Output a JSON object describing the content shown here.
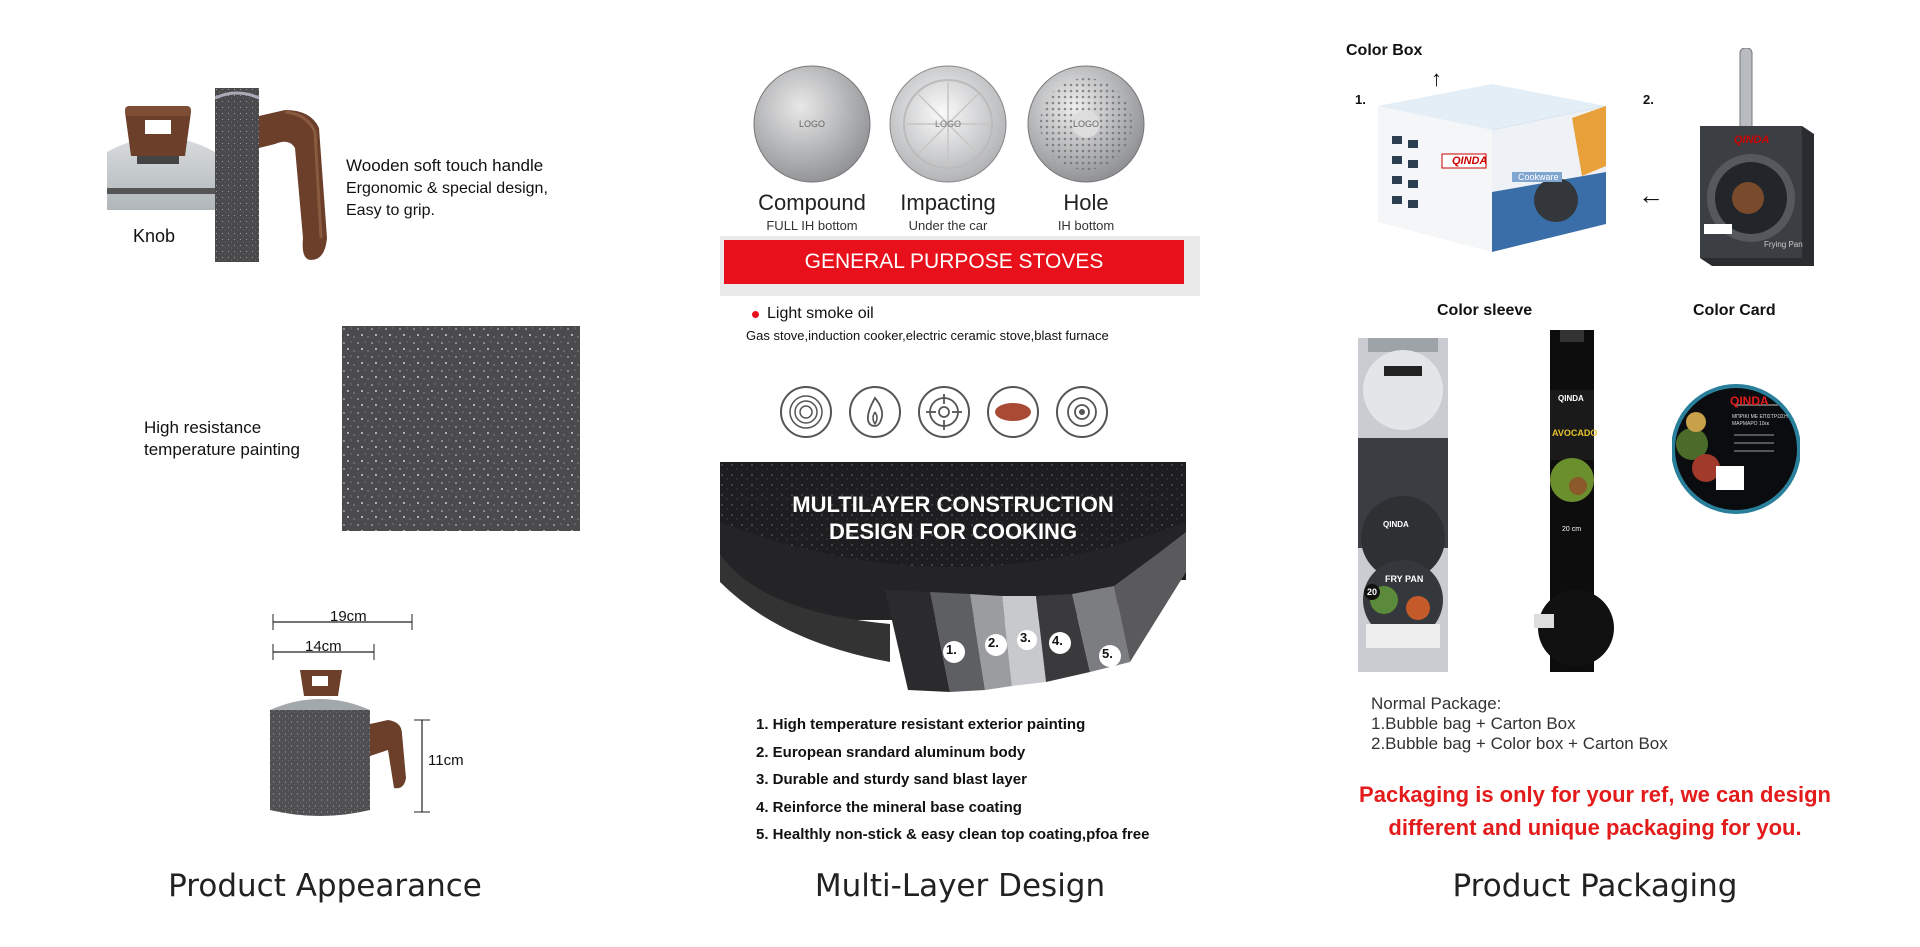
{
  "appearance": {
    "handle_title": "Wooden soft touch handle",
    "handle_desc1": "Ergonomic & special design,",
    "handle_desc2": "Easy to grip.",
    "knob_label": "Knob",
    "painting_line1": "High resistance",
    "painting_line2": "temperature painting",
    "dim_19": "19cm",
    "dim_14": "14cm",
    "dim_11": "11cm",
    "title": "Product Appearance"
  },
  "layers": {
    "discs": [
      {
        "name": "Compound",
        "sub": "FULL IH bottom"
      },
      {
        "name": "Impacting",
        "sub": "Under the car"
      },
      {
        "name": "Hole",
        "sub": "IH bottom"
      }
    ],
    "disc_logo": "LOGO",
    "banner": "GENERAL PURPOSE STOVES",
    "bullet_title": "Light smoke oil",
    "bullet_desc": "Gas stove,induction cooker,electric ceramic stove,blast furnace",
    "construction_line1": "MULTILAYER CONSTRUCTION",
    "construction_line2": "DESIGN FOR COOKING",
    "layer_nums": [
      "1.",
      "2.",
      "3.",
      "4.",
      "5."
    ],
    "list": [
      "1. High temperature resistant exterior painting",
      "2. European srandard aluminum body",
      "3. Durable and sturdy sand blast layer",
      "4. Reinforce the mineral base coating",
      "5. Healthly non-stick & easy clean top coating,pfoa free"
    ],
    "title": "Multi-Layer Design"
  },
  "packaging": {
    "color_box": "Color Box",
    "num1": "1.",
    "num2": "2.",
    "color_sleeve": "Color sleeve",
    "color_card": "Color Card",
    "brand": "QINDA",
    "box_side_text": "Cookware",
    "pan_box_text": "Frying Pan",
    "sleeve1_text": "FRY PAN",
    "sleeve1_size": "20",
    "sleeve2_text": "AVOCADO",
    "sleeve2_sub": "20 cm",
    "card_line1": "ΜΠΡΙΚΙ ΜΕ ΕΠΙΣΤΡΩΣΗ",
    "card_line2": "ΜΑΡΜΑΡΟ 10εκ",
    "normal_title": "Normal Package:",
    "normal_1": "1.Bubble bag + Carton Box",
    "normal_2": "2.Bubble bag + Color box + Carton Box",
    "note_1": "Packaging is only for your ref, we can design",
    "note_2": "different and unique packaging for you.",
    "title": "Product Packaging"
  },
  "colors": {
    "banner_red": "#e8101a",
    "note_red": "#e31b1b",
    "wood": "#6b3f2a",
    "granite": "#4a4a4c"
  }
}
